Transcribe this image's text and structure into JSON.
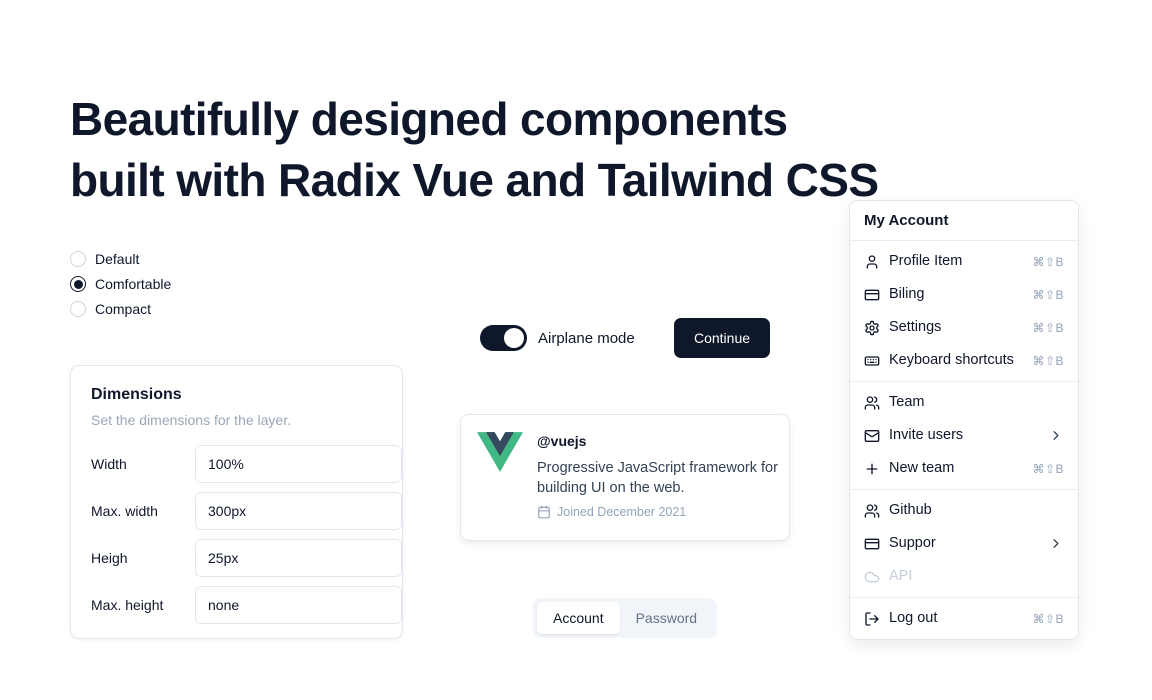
{
  "heading": {
    "line1": "Beautifully designed components",
    "line2": "built with Radix Vue and Tailwind CSS"
  },
  "radio_group": {
    "options": [
      {
        "label": "Default",
        "selected": false
      },
      {
        "label": "Comfortable",
        "selected": true
      },
      {
        "label": "Compact",
        "selected": false
      }
    ]
  },
  "dimensions_card": {
    "title": "Dimensions",
    "subtitle": "Set the dimensions for the layer.",
    "fields": [
      {
        "label": "Width",
        "value": "100%"
      },
      {
        "label": "Max. width",
        "value": "300px"
      },
      {
        "label": "Heigh",
        "value": "25px"
      },
      {
        "label": "Max. height",
        "value": "none"
      }
    ]
  },
  "airplane_toggle": {
    "label": "Airplane mode",
    "state": "on"
  },
  "continue_button": {
    "label": "Continue"
  },
  "hover_card": {
    "handle": "@vuejs",
    "description": "Progressive JavaScript framework for building UI on the web.",
    "joined_text": "Joined December 2021",
    "logo": "vue-logo-icon",
    "logo_colors": {
      "green": "#41B883",
      "navy": "#35495E"
    }
  },
  "tabs": {
    "items": [
      {
        "label": "Account",
        "active": true
      },
      {
        "label": "Password",
        "active": false
      }
    ]
  },
  "account_menu": {
    "label": "My Account",
    "groups": [
      {
        "items": [
          {
            "label": "Profile Item",
            "icon": "user-icon",
            "shortcut": "⌘⇧B"
          },
          {
            "label": "Biling",
            "icon": "credit-card-icon",
            "shortcut": "⌘⇧B"
          },
          {
            "label": "Settings",
            "icon": "gear-icon",
            "shortcut": "⌘⇧B"
          },
          {
            "label": "Keyboard shortcuts",
            "icon": "keyboard-icon",
            "shortcut": "⌘⇧B"
          }
        ]
      },
      {
        "items": [
          {
            "label": "Team",
            "icon": "users-icon"
          },
          {
            "label": "Invite users",
            "icon": "mail-icon",
            "has_submenu": true
          },
          {
            "label": "New team",
            "icon": "plus-icon",
            "shortcut": "⌘⇧B"
          }
        ]
      },
      {
        "items": [
          {
            "label": "Github",
            "icon": "github-icon"
          },
          {
            "label": "Suppor",
            "icon": "support-icon",
            "has_submenu": true
          },
          {
            "label": "API",
            "icon": "cloud-icon",
            "disabled": true
          }
        ]
      },
      {
        "items": [
          {
            "label": "Log out",
            "icon": "log-out-icon",
            "shortcut": "⌘⇧B"
          }
        ]
      }
    ]
  },
  "colors": {
    "accent": "#0f172a",
    "border": "#e2e8f0",
    "muted": "#94a3b8",
    "tab_bg": "#f1f5f9"
  }
}
